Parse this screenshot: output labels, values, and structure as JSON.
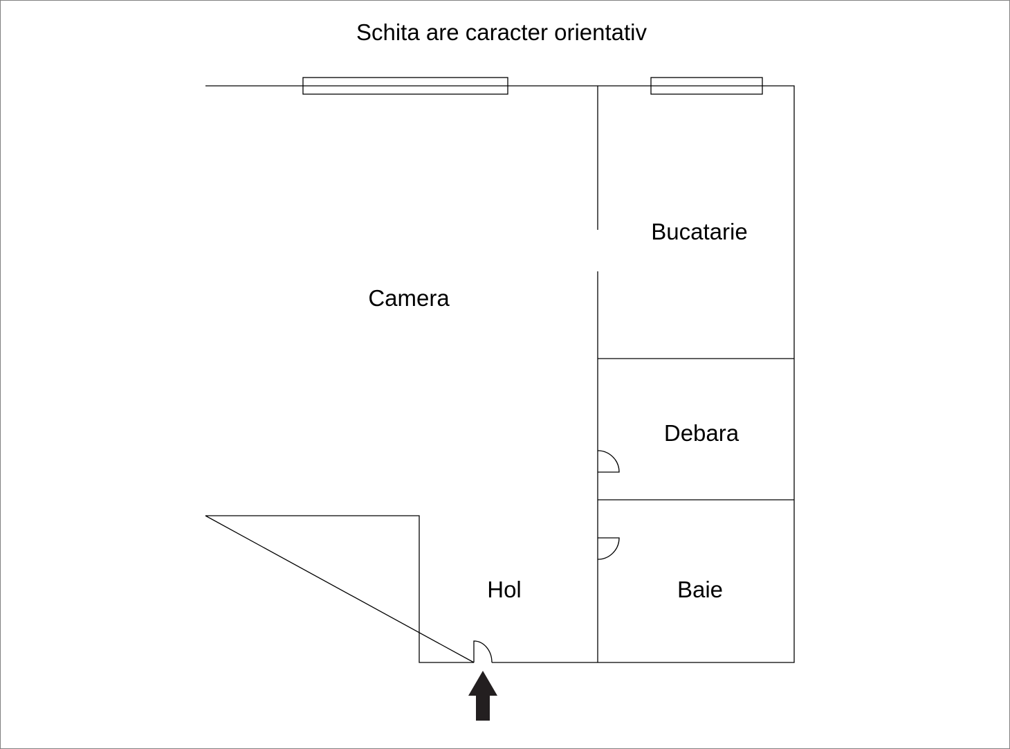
{
  "title": "Schita are caracter orientativ",
  "rooms": {
    "camera": "Camera",
    "bucatarie": "Bucatarie",
    "debara": "Debara",
    "baie": "Baie",
    "hol": "Hol"
  },
  "colors": {
    "line": "#000000",
    "arrow": "#231f20",
    "frame": "#808080"
  },
  "icons": {
    "entrance": "arrow-up-icon"
  }
}
